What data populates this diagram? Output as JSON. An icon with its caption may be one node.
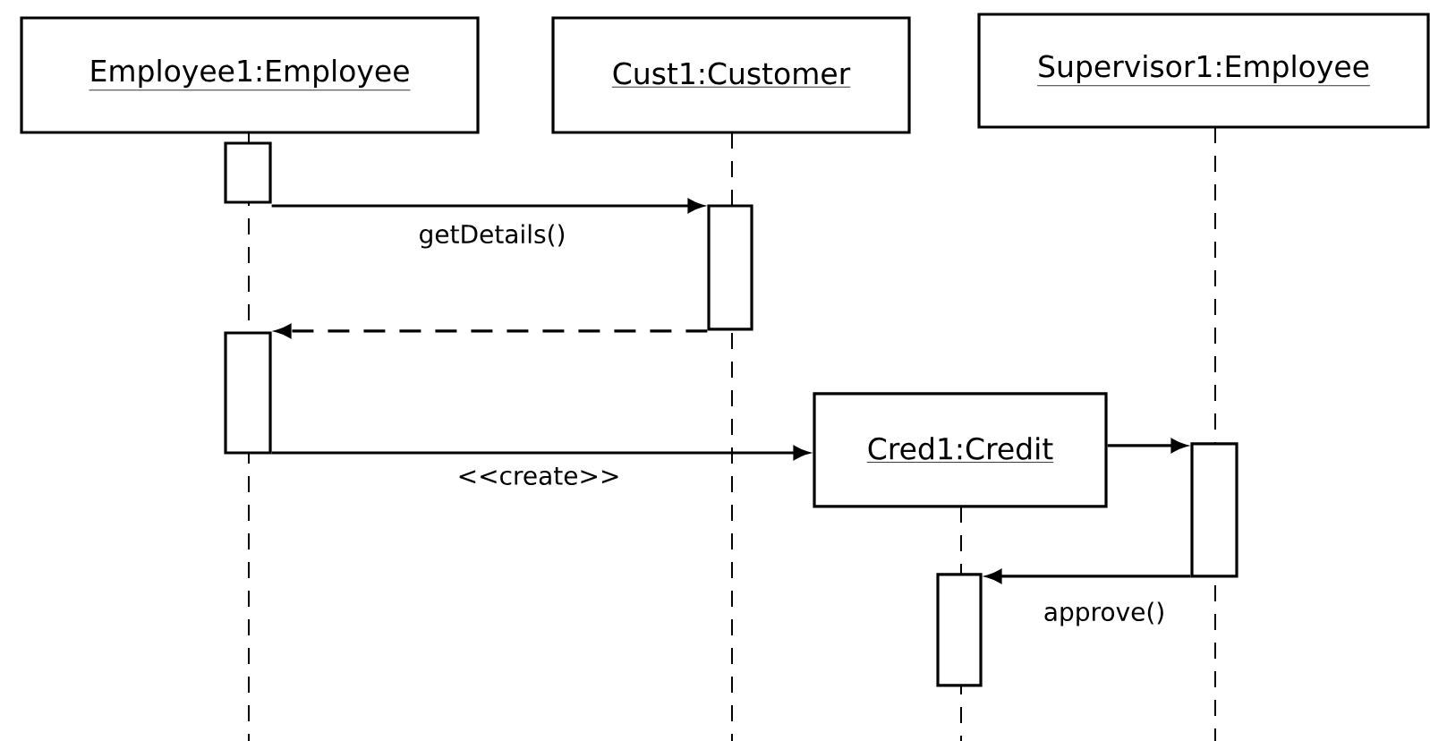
{
  "diagram": {
    "nodes": [
      {
        "text": [
          "Employee1:Employee"
        ]
      },
      {
        "text": [
          "Cust1:Customer"
        ]
      },
      {
        "text": [
          "Supervisor1:Employee"
        ]
      },
      {
        "text": [],
        "shape": "bar"
      },
      {
        "text": [],
        "shape": "bar"
      },
      {
        "text": [],
        "shape": "bar"
      },
      {
        "text": [
          "Cred1:Credit"
        ]
      },
      {
        "text": [],
        "shape": "bar"
      },
      {
        "text": [],
        "shape": "bar"
      }
    ],
    "edges": [
      {
        "from": 3,
        "to": 4,
        "arrow": "to",
        "label": "getDetails()"
      },
      {
        "from": 4,
        "to": 5,
        "arrow": "to",
        "style": "dashed"
      },
      {
        "from": 5,
        "to": 6,
        "arrow": "to",
        "label": "<<create>>"
      },
      {
        "from": 6,
        "to": 7,
        "arrow": "to"
      },
      {
        "from": 7,
        "to": 8,
        "arrow": "to",
        "label": "approve()"
      }
    ]
  }
}
